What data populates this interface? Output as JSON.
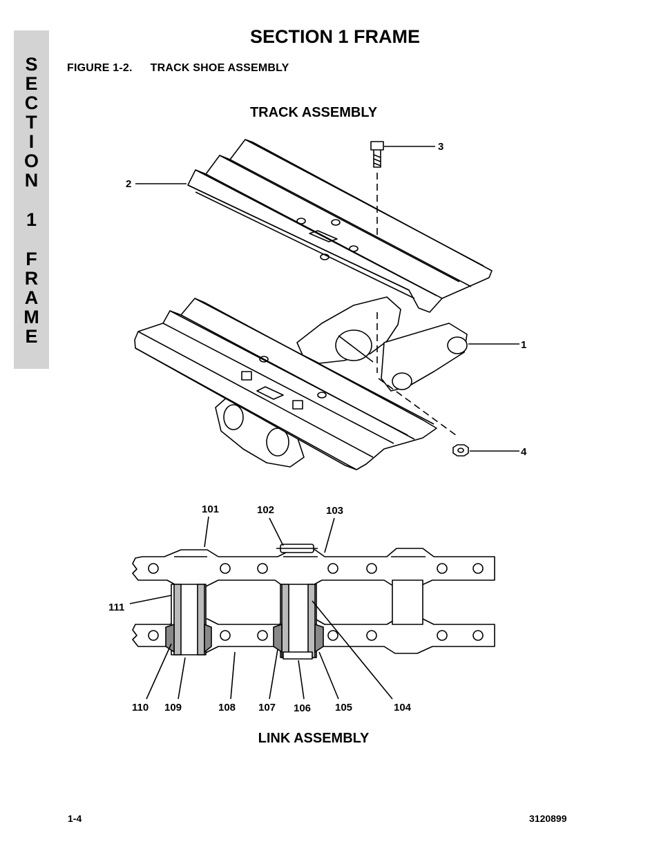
{
  "side_tab": {
    "letters": [
      "S",
      "E",
      "C",
      "T",
      "I",
      "O",
      "N",
      "1",
      "F",
      "R",
      "A",
      "M",
      "E"
    ]
  },
  "header": {
    "section_title": "SECTION 1  FRAME",
    "figure_number": "FIGURE 1-2.",
    "figure_title": "TRACK SHOE ASSEMBLY"
  },
  "track_assembly": {
    "title": "TRACK ASSEMBLY",
    "callouts": [
      "1",
      "2",
      "3",
      "4"
    ]
  },
  "link_assembly": {
    "title": "LINK ASSEMBLY",
    "callouts": [
      "101",
      "102",
      "103",
      "111",
      "110",
      "109",
      "108",
      "107",
      "106",
      "105",
      "104"
    ]
  },
  "footer": {
    "page_number": "1-4",
    "document_number": "3120899"
  },
  "colors": {
    "side_tab_background": "#d3d3d3",
    "ink": "#000000",
    "paper": "#ffffff"
  }
}
